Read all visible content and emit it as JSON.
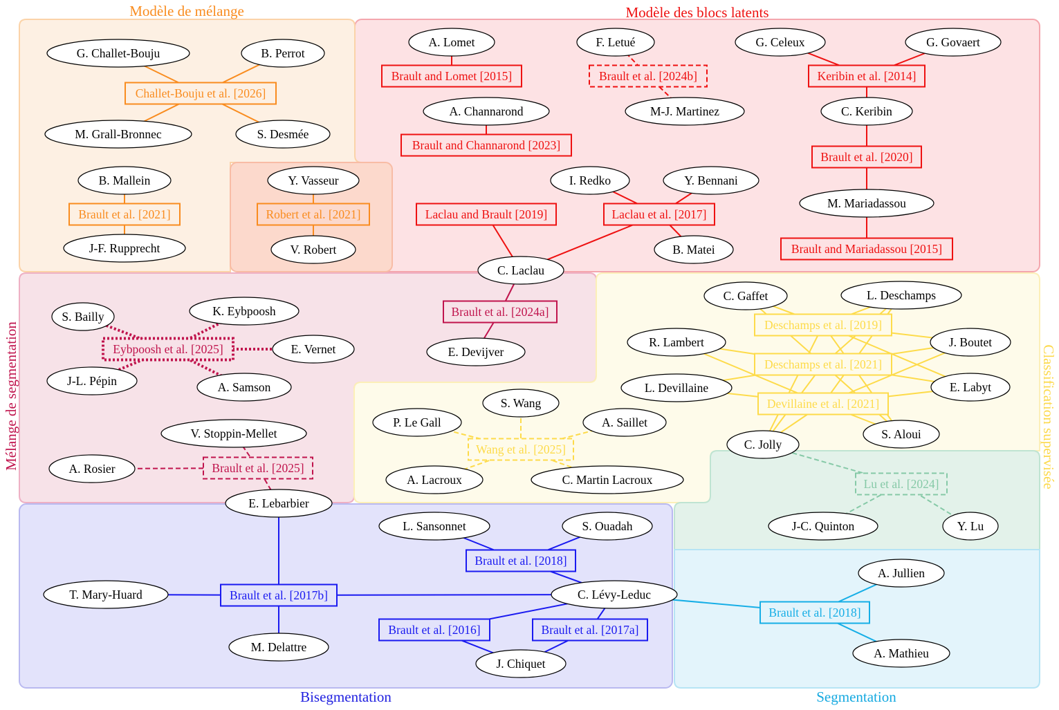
{
  "clusters": {
    "melange": {
      "title": "Modèle de mélange",
      "color": "#f98c1f"
    },
    "blocs": {
      "title": "Modèle des blocs latents",
      "color": "#ee1111"
    },
    "segmix": {
      "title": "Mélange de segmentation",
      "color": "#c0144d"
    },
    "classif": {
      "title": "Classification supervisée",
      "color": "#fcd94a"
    },
    "biseg": {
      "title": "Bisegmentation",
      "color": "#2020e0"
    },
    "seg": {
      "title": "Segmentation",
      "color": "#15a9e0"
    }
  },
  "people": {
    "challet": "G. Challet-Bouju",
    "perrot": "B. Perrot",
    "grall": "M. Grall-Bronnec",
    "desmee": "S. Desmée",
    "mallein": "B. Mallein",
    "rupprecht": "J-F. Rupprecht",
    "vasseur": "Y. Vasseur",
    "vrobert": "V. Robert",
    "lomet": "A. Lomet",
    "letue": "F. Letué",
    "martinez": "M-J. Martinez",
    "celeux": "G. Celeux",
    "govaert": "G. Govaert",
    "keribin": "C. Keribin",
    "mariadassou": "M. Mariadassou",
    "channarond": "A. Channarond",
    "redko": "I. Redko",
    "bennani": "Y. Bennani",
    "matei": "B. Matei",
    "laclau": "C. Laclau",
    "devijver": "E. Devijver",
    "bailly": "S. Bailly",
    "eybpoosh": "K. Eybpoosh",
    "vernet": "E. Vernet",
    "pepin": "J-L. Pépin",
    "samson": "A. Samson",
    "stoppin": "V. Stoppin-Mellet",
    "rosier": "A. Rosier",
    "lebarbier": "E. Lebarbier",
    "wang": "S. Wang",
    "legall": "P. Le Gall",
    "saillet": "A. Saillet",
    "lacroux": "A. Lacroux",
    "mlacroux": "C. Martin Lacroux",
    "gaffet": "C. Gaffet",
    "ldeschamps": "L. Deschamps",
    "lambert": "R. Lambert",
    "boutet": "J. Boutet",
    "ldevillaine": "L. Devillaine",
    "labyt": "E. Labyt",
    "jolly": "C. Jolly",
    "aloui": "S. Aloui",
    "quinton": "J-C. Quinton",
    "lu": "Y. Lu",
    "sansonnet": "L. Sansonnet",
    "ouadah": "S. Ouadah",
    "maryhuard": "T. Mary-Huard",
    "levyleduc": "C. Lévy-Leduc",
    "delattre": "M. Delattre",
    "chiquet": "J. Chiquet",
    "jullien": "A. Jullien",
    "mathieu": "A. Mathieu"
  },
  "papers": {
    "cb2026": {
      "label": "Challet-Bouju et al. [2026]",
      "cluster": "melange",
      "style": "solid"
    },
    "b2021": {
      "label": "Brault et al. [2021]",
      "cluster": "melange",
      "style": "solid"
    },
    "r2021": {
      "label": "Robert et al. [2021]",
      "cluster": "melange",
      "style": "solid"
    },
    "bl2015": {
      "label": "Brault and Lomet [2015]",
      "cluster": "blocs",
      "style": "solid"
    },
    "b2024b": {
      "label": "Brault et al. [2024b]",
      "cluster": "blocs",
      "style": "dashed"
    },
    "k2014": {
      "label": "Keribin et al. [2014]",
      "cluster": "blocs",
      "style": "solid"
    },
    "b2020": {
      "label": "Brault et al. [2020]",
      "cluster": "blocs",
      "style": "solid"
    },
    "bm2015": {
      "label": "Brault and Mariadassou [2015]",
      "cluster": "blocs",
      "style": "solid"
    },
    "bc2023": {
      "label": "Brault and Channarond [2023]",
      "cluster": "blocs",
      "style": "solid"
    },
    "lb2019": {
      "label": "Laclau and Brault [2019]",
      "cluster": "blocs",
      "style": "solid"
    },
    "l2017": {
      "label": "Laclau et al. [2017]",
      "cluster": "blocs",
      "style": "solid"
    },
    "b2024a": {
      "label": "Brault et al. [2024a]",
      "cluster": "segmix",
      "style": "solid"
    },
    "e2025": {
      "label": "Eybpoosh et al. [2025]",
      "cluster": "segmix",
      "style": "dotted"
    },
    "b2025": {
      "label": "Brault et al. [2025]",
      "cluster": "segmix",
      "style": "dashed"
    },
    "w2025": {
      "label": "Wang et al. [2025]",
      "cluster": "classif",
      "style": "dashed"
    },
    "d2019": {
      "label": "Deschamps et al. [2019]",
      "cluster": "classif",
      "style": "solid"
    },
    "d2021": {
      "label": "Deschamps et al. [2021]",
      "cluster": "classif",
      "style": "solid"
    },
    "dv2021": {
      "label": "Devillaine et al. [2021]",
      "cluster": "classif",
      "style": "solid"
    },
    "lu2024": {
      "label": "Lu et al. [2024]",
      "cluster": "green",
      "style": "dashed"
    },
    "b2018": {
      "label": "Brault et al. [2018]",
      "cluster": "biseg",
      "style": "solid"
    },
    "b2017b": {
      "label": "Brault et al. [2017b]",
      "cluster": "biseg",
      "style": "solid"
    },
    "b2016": {
      "label": "Brault et al. [2016]",
      "cluster": "biseg",
      "style": "solid"
    },
    "b2017a": {
      "label": "Brault et al. [2017a]",
      "cluster": "biseg",
      "style": "solid"
    },
    "b2018s": {
      "label": "Brault et al. [2018]",
      "cluster": "seg",
      "style": "solid"
    }
  },
  "paper_colors": {
    "melange": "#f98c1f",
    "blocs": "#ee1111",
    "segmix": "#c0144d",
    "classif": "#fddb4a",
    "green": "#86c9a7",
    "biseg": "#1a1af0",
    "seg": "#16aee6"
  },
  "edges": [
    [
      "challet",
      "cb2026"
    ],
    [
      "perrot",
      "cb2026"
    ],
    [
      "grall",
      "cb2026"
    ],
    [
      "desmee",
      "cb2026"
    ],
    [
      "mallein",
      "b2021"
    ],
    [
      "rupprecht",
      "b2021"
    ],
    [
      "vasseur",
      "r2021"
    ],
    [
      "vrobert",
      "r2021"
    ],
    [
      "lomet",
      "bl2015"
    ],
    [
      "letue",
      "b2024b"
    ],
    [
      "martinez",
      "b2024b"
    ],
    [
      "celeux",
      "k2014"
    ],
    [
      "govaert",
      "k2014"
    ],
    [
      "keribin",
      "k2014"
    ],
    [
      "keribin",
      "b2020"
    ],
    [
      "mariadassou",
      "b2020"
    ],
    [
      "mariadassou",
      "bm2015"
    ],
    [
      "channarond",
      "bc2023"
    ],
    [
      "laclau",
      "lb2019"
    ],
    [
      "laclau",
      "l2017"
    ],
    [
      "redko",
      "l2017"
    ],
    [
      "bennani",
      "l2017"
    ],
    [
      "matei",
      "l2017"
    ],
    [
      "laclau",
      "b2024a"
    ],
    [
      "devijver",
      "b2024a"
    ],
    [
      "bailly",
      "e2025"
    ],
    [
      "eybpoosh",
      "e2025"
    ],
    [
      "vernet",
      "e2025"
    ],
    [
      "pepin",
      "e2025"
    ],
    [
      "samson",
      "e2025"
    ],
    [
      "stoppin",
      "b2025"
    ],
    [
      "rosier",
      "b2025"
    ],
    [
      "lebarbier",
      "b2025"
    ],
    [
      "wang",
      "w2025"
    ],
    [
      "legall",
      "w2025"
    ],
    [
      "saillet",
      "w2025"
    ],
    [
      "lacroux",
      "w2025"
    ],
    [
      "mlacroux",
      "w2025"
    ],
    [
      "gaffet",
      "d2019"
    ],
    [
      "ldeschamps",
      "d2019"
    ],
    [
      "boutet",
      "d2019"
    ],
    [
      "labyt",
      "d2019"
    ],
    [
      "aloui",
      "d2019"
    ],
    [
      "jolly",
      "d2019"
    ],
    [
      "gaffet",
      "d2021"
    ],
    [
      "ldeschamps",
      "d2021"
    ],
    [
      "lambert",
      "d2021"
    ],
    [
      "boutet",
      "d2021"
    ],
    [
      "ldevillaine",
      "d2021"
    ],
    [
      "labyt",
      "d2021"
    ],
    [
      "aloui",
      "d2021"
    ],
    [
      "jolly",
      "d2021"
    ],
    [
      "lambert",
      "dv2021"
    ],
    [
      "ldevillaine",
      "dv2021"
    ],
    [
      "boutet",
      "dv2021"
    ],
    [
      "labyt",
      "dv2021"
    ],
    [
      "aloui",
      "dv2021"
    ],
    [
      "jolly",
      "dv2021"
    ],
    [
      "ldeschamps",
      "dv2021"
    ],
    [
      "jolly",
      "lu2024"
    ],
    [
      "quinton",
      "lu2024"
    ],
    [
      "lu",
      "lu2024"
    ],
    [
      "sansonnet",
      "b2018"
    ],
    [
      "ouadah",
      "b2018"
    ],
    [
      "levyleduc",
      "b2018"
    ],
    [
      "lebarbier",
      "b2017b"
    ],
    [
      "maryhuard",
      "b2017b"
    ],
    [
      "levyleduc",
      "b2017b"
    ],
    [
      "delattre",
      "b2017b"
    ],
    [
      "levyleduc",
      "b2016"
    ],
    [
      "chiquet",
      "b2016"
    ],
    [
      "levyleduc",
      "b2017a"
    ],
    [
      "chiquet",
      "b2017a"
    ],
    [
      "levyleduc",
      "b2018s"
    ],
    [
      "jullien",
      "b2018s"
    ],
    [
      "mathieu",
      "b2018s"
    ]
  ]
}
